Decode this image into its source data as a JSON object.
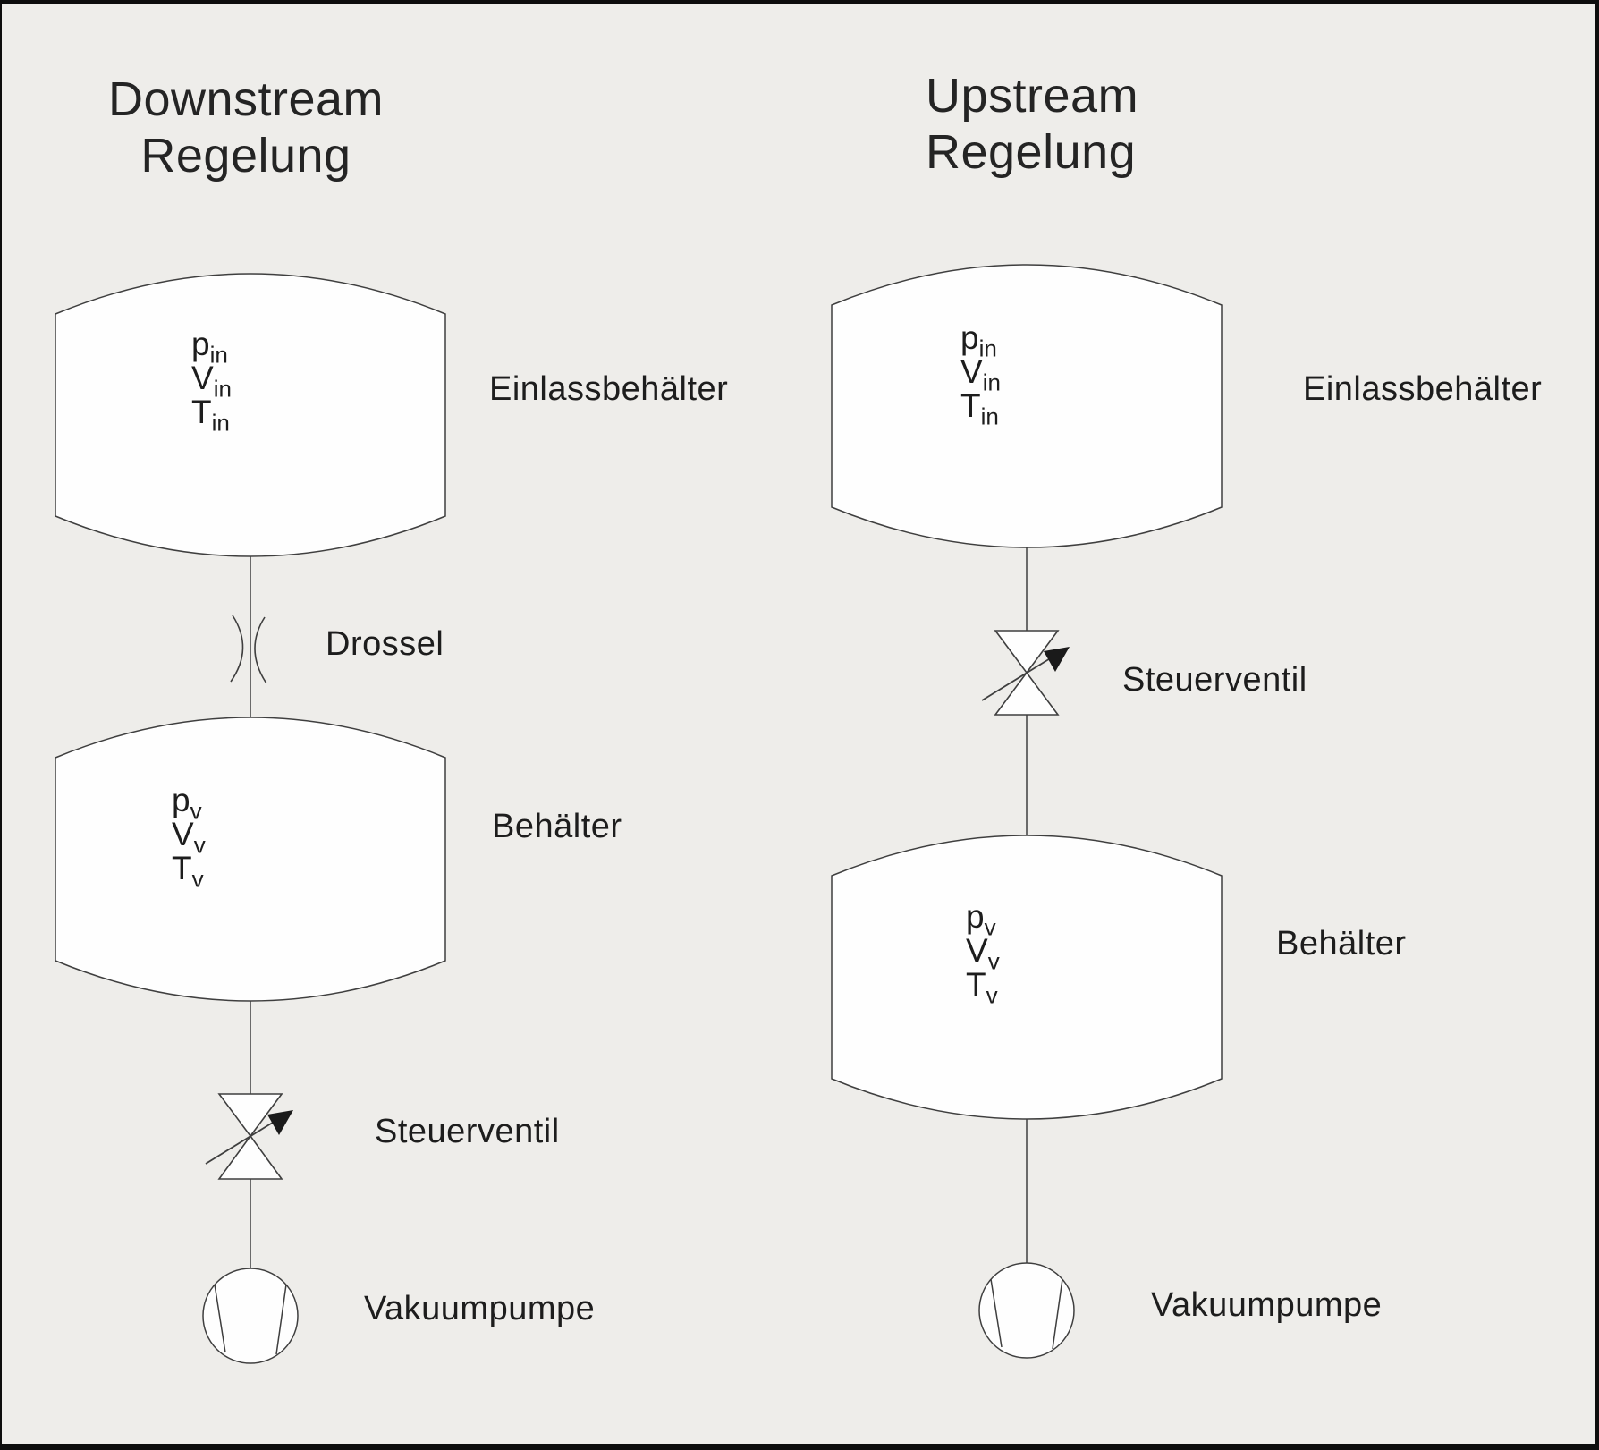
{
  "diagram": {
    "background_color": "#eeedea",
    "line_color": "#3f3f3f",
    "text_color": "#1d1d1d",
    "shape_fill": "#fefefe"
  },
  "left": {
    "title_line1": "Downstream",
    "title_line2": "Regelung",
    "inlet_tank": {
      "label": "Einlassbehälter",
      "vars": [
        {
          "sym": "p",
          "sub": "in"
        },
        {
          "sym": "V",
          "sub": "in"
        },
        {
          "sym": "T",
          "sub": "in"
        }
      ]
    },
    "throttle_label": "Drossel",
    "vessel": {
      "label": "Behälter",
      "vars": [
        {
          "sym": "p",
          "sub": "v"
        },
        {
          "sym": "V",
          "sub": "v"
        },
        {
          "sym": "T",
          "sub": "v"
        }
      ]
    },
    "valve_label": "Steuerventil",
    "pump_label": "Vakuumpumpe"
  },
  "right": {
    "title_line1": "Upstream",
    "title_line2": "Regelung",
    "inlet_tank": {
      "label": "Einlassbehälter",
      "vars": [
        {
          "sym": "p",
          "sub": "in"
        },
        {
          "sym": "V",
          "sub": "in"
        },
        {
          "sym": "T",
          "sub": "in"
        }
      ]
    },
    "valve_label": "Steuerventil",
    "vessel": {
      "label": "Behälter",
      "vars": [
        {
          "sym": "p",
          "sub": "v"
        },
        {
          "sym": "V",
          "sub": "v"
        },
        {
          "sym": "T",
          "sub": "v"
        }
      ]
    },
    "pump_label": "Vakuumpumpe"
  }
}
